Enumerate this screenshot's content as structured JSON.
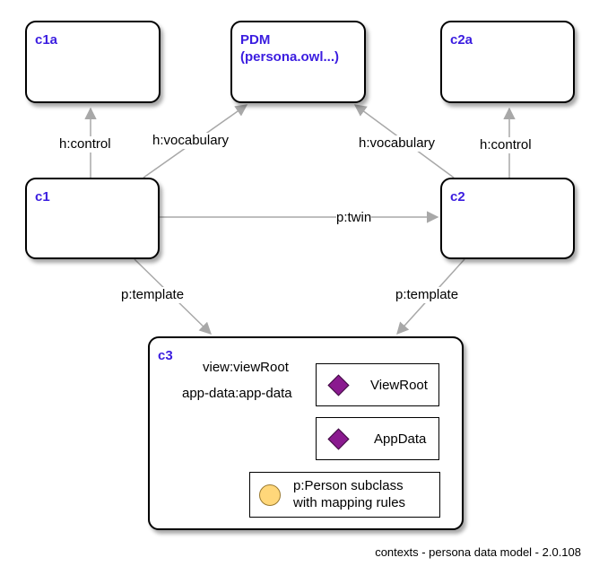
{
  "nodes": {
    "c1a": {
      "title": "c1a"
    },
    "pdm": {
      "title": "PDM\n(persona.owl...)"
    },
    "c2a": {
      "title": "c2a"
    },
    "c1": {
      "title": "c1"
    },
    "c2": {
      "title": "c2"
    },
    "c3": {
      "title": "c3"
    }
  },
  "edges": {
    "c1_c1a": "h:control",
    "c1_pdm": "h:vocabulary",
    "c2_pdm": "h:vocabulary",
    "c2_c2a": "h:control",
    "c1_c2": "p:twin",
    "c1_c3": "p:template",
    "c2_c3": "p:template",
    "c3_viewroot": "view:viewRoot",
    "c3_appdata": "app-data:app-data"
  },
  "inner": {
    "viewroot": "ViewRoot",
    "appdata": "AppData",
    "person_line1": "p:Person subclass",
    "person_line2": "with mapping rules"
  },
  "colors": {
    "title": "#3b1de0",
    "diamond": "#8a1a8f",
    "circle": "#ffd77a",
    "edge": "#a8a8a8"
  },
  "footer": "contexts - persona data model - 2.0.108"
}
